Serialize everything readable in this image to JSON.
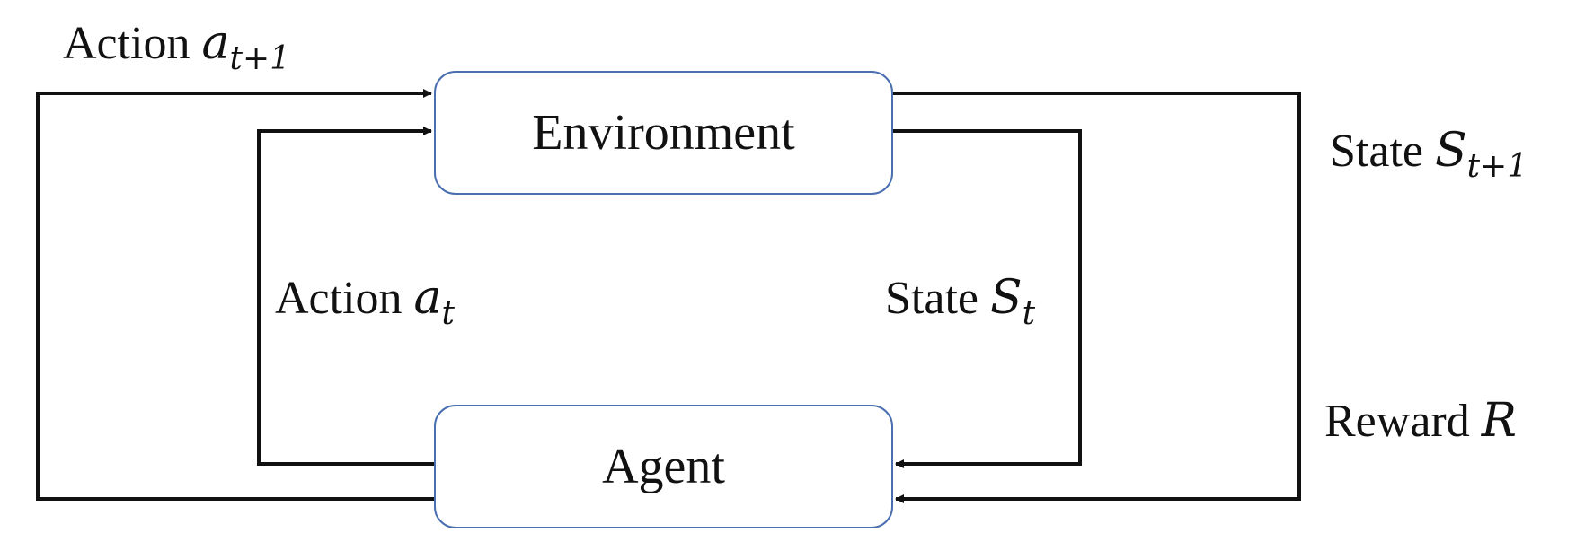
{
  "nodes": {
    "environment": "Environment",
    "agent": "Agent"
  },
  "labels": {
    "action_next": {
      "word": "Action",
      "symbol": "a",
      "subscript": "t+1"
    },
    "action_now": {
      "word": "Action",
      "symbol": "a",
      "subscript": "t"
    },
    "state_now": {
      "word": "State",
      "symbol": "S",
      "subscript": "t"
    },
    "state_next": {
      "word": "State",
      "symbol": "S",
      "subscript": "t+1"
    },
    "reward": {
      "word": "Reward",
      "symbol": "R"
    }
  },
  "colors": {
    "box_border": "#4a6fb0",
    "line": "#111111",
    "text": "#111111"
  }
}
